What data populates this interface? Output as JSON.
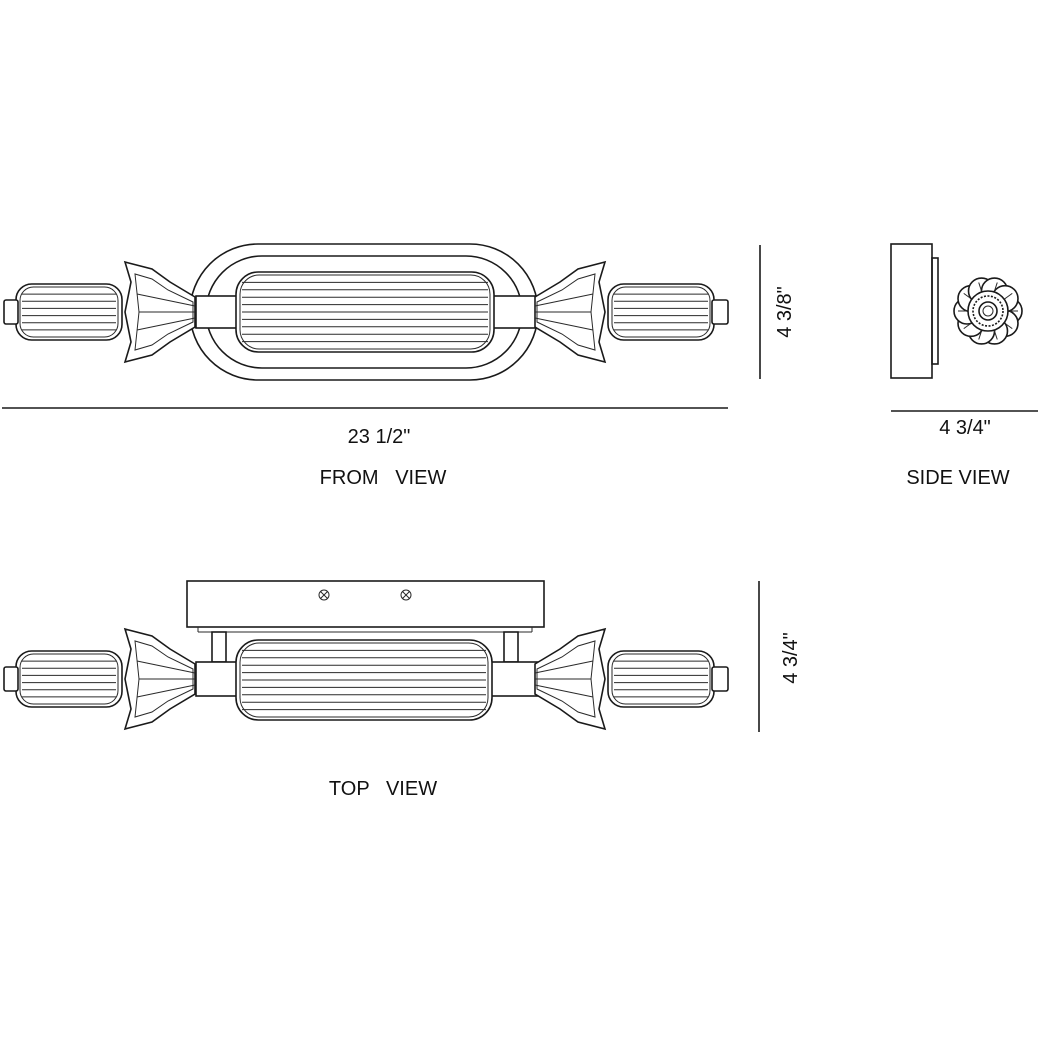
{
  "front_view": {
    "width_dim": "23 1/2\"",
    "height_dim": "4 3/8\"",
    "caption": "FROM   VIEW"
  },
  "side_view": {
    "depth_dim": "4 3/4\"",
    "caption": "SIDE VIEW"
  },
  "top_view": {
    "depth_dim": "4 3/4\"",
    "caption": "TOP   VIEW"
  },
  "colors": {
    "line": "#1a1a1a",
    "background": "#ffffff"
  }
}
